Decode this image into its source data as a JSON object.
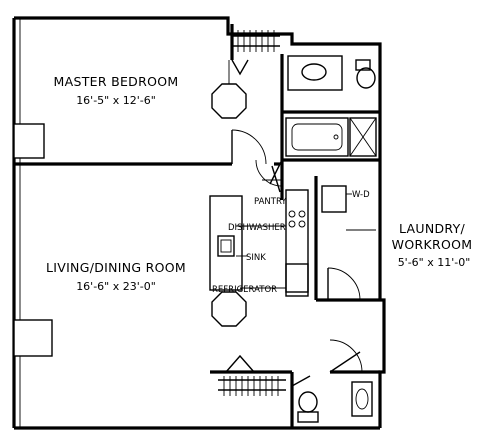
{
  "rooms": {
    "master": {
      "name": "MASTER BEDROOM",
      "dims": "16'-5\" x 12'-6\""
    },
    "living": {
      "name": "LIVING/DINING ROOM",
      "dims": "16'-6\" x 23'-0\""
    },
    "laundry": {
      "name_line1": "LAUNDRY/",
      "name_line2": "WORKROOM",
      "dims": "5'-6\" x 11'-0\""
    }
  },
  "labels": {
    "pantry": "PANTRY",
    "dishwasher": "DISHWASHER",
    "sink": "SINK",
    "refrigerator": "REFRIGERATOR",
    "washer_dryer": "W-D"
  }
}
